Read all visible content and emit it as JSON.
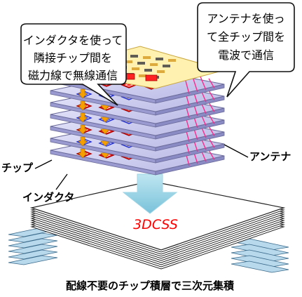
{
  "callouts": {
    "left": {
      "lines": [
        "インダクタを使って",
        "隣接チップ間を",
        "磁力線で無線通信"
      ]
    },
    "right": {
      "lines": [
        "アンテナを使っ",
        "て全チップ間を",
        "電波で通信"
      ]
    }
  },
  "labels": {
    "chip": "チップ",
    "antenna": "アンテナ",
    "inductor": "インダクタ",
    "card": "3DCSS"
  },
  "caption": "配線不要のチップ積層で三次元集積",
  "colors": {
    "chip_fill": "#c8c8ee",
    "chip_edge": "#6b6b9a",
    "top_chip": "#fff2b0",
    "inductor_red": "#ff2222",
    "inductor_blue": "#1e2bd0",
    "arrow_orange": "#f5a000",
    "antenna_pink": "#ff2a8c",
    "down_arrow": "#8ccfe0",
    "card_text": "#ff0000",
    "pin_fill": "#b8d8ec"
  }
}
